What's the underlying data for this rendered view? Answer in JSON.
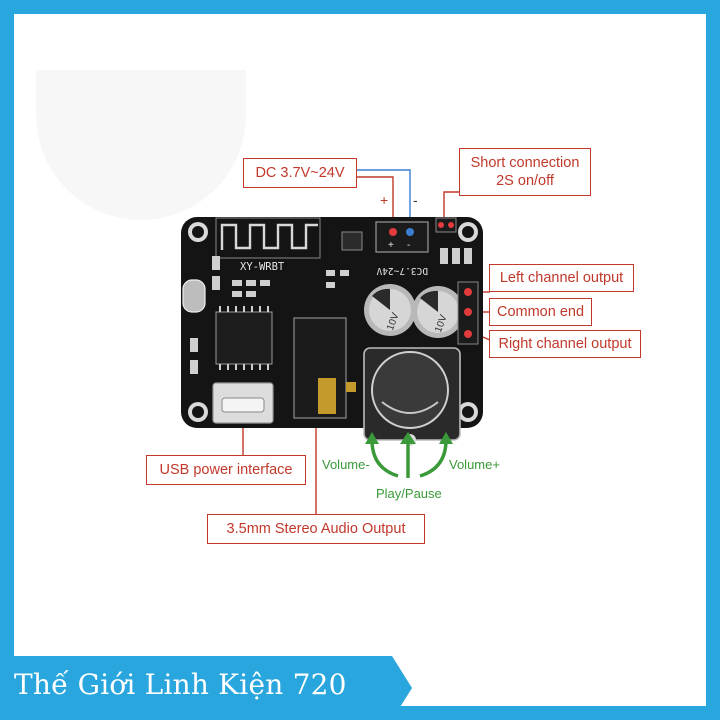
{
  "callouts": {
    "dc_power": "DC 3.7V~24V",
    "short_connection_line1": "Short connection",
    "short_connection_line2": "2S on/off",
    "left_channel": "Left channel output",
    "common_end": "Common end",
    "right_channel": "Right channel output",
    "usb_power": "USB power interface",
    "audio_output": "3.5mm Stereo Audio Output"
  },
  "controls": {
    "volume_down": "Volume-",
    "play_pause": "Play/Pause",
    "volume_up": "Volume+"
  },
  "board_text": {
    "model": "XY-WRBT",
    "voltage_mark": "DC3.7~24V",
    "plus": "+",
    "minus": "-"
  },
  "banner": {
    "text": "Thế Giới Linh Kiện 720"
  },
  "colors": {
    "frame": "#29a6de",
    "board": "#141414",
    "callout": "#c0392b",
    "control_arrows": "#3a9a3a"
  }
}
